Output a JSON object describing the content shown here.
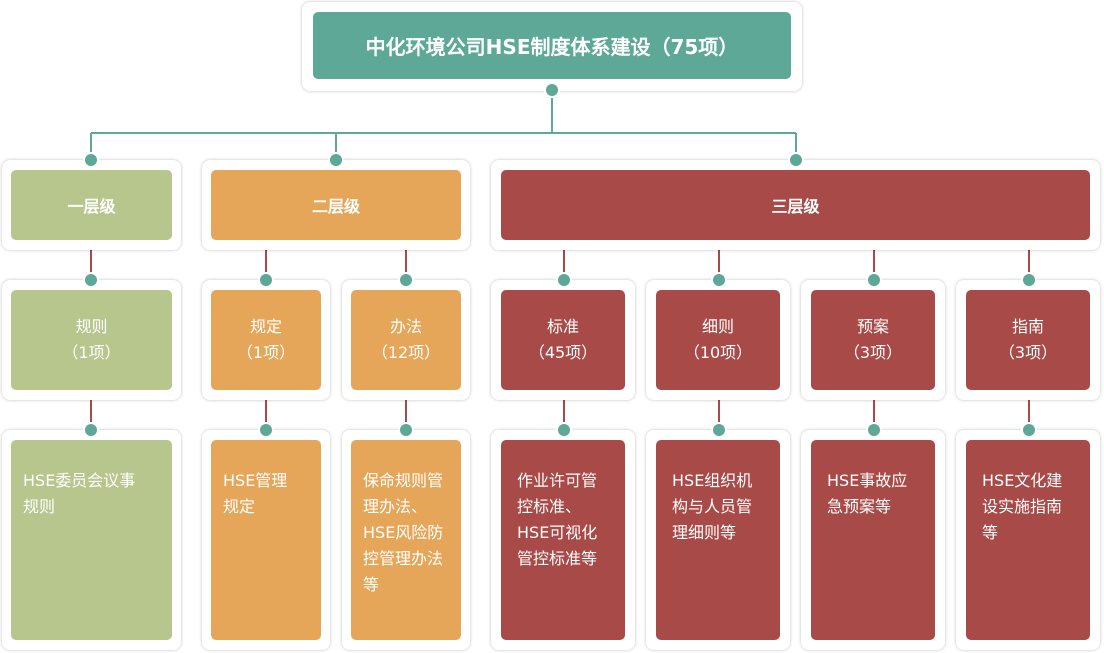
{
  "root": {
    "title": "中化环境公司HSE制度体系建设（75项）"
  },
  "levels": [
    {
      "label": "一层级"
    },
    {
      "label": "二层级"
    },
    {
      "label": "三层级"
    }
  ],
  "categories": [
    {
      "name": "规则",
      "count": "（1项）"
    },
    {
      "name": "规定",
      "count": "（1项）"
    },
    {
      "name": "办法",
      "count": "（12项）"
    },
    {
      "name": "标准",
      "count": "（45项）"
    },
    {
      "name": "细则",
      "count": "（10项）"
    },
    {
      "name": "预案",
      "count": "（3项）"
    },
    {
      "name": "指南",
      "count": "（3项）"
    }
  ],
  "details": [
    {
      "text": "HSE委员会议事\n规则"
    },
    {
      "text": "HSE管理\n规定"
    },
    {
      "text": "保命规则管\n理办法、\nHSE风险防\n控管理办法\n等"
    },
    {
      "text": "作业许可管\n控标准、\nHSE可视化\n管控标准等"
    },
    {
      "text": "HSE组织机\n构与人员管\n理细则等"
    },
    {
      "text": "HSE事故应\n急预案等"
    },
    {
      "text": "HSE文化建\n设实施指南\n等"
    }
  ],
  "colors": {
    "teal": "#5da897",
    "level1": "#b6c68d",
    "level2": "#e5a65a",
    "level3": "#a84a47"
  }
}
